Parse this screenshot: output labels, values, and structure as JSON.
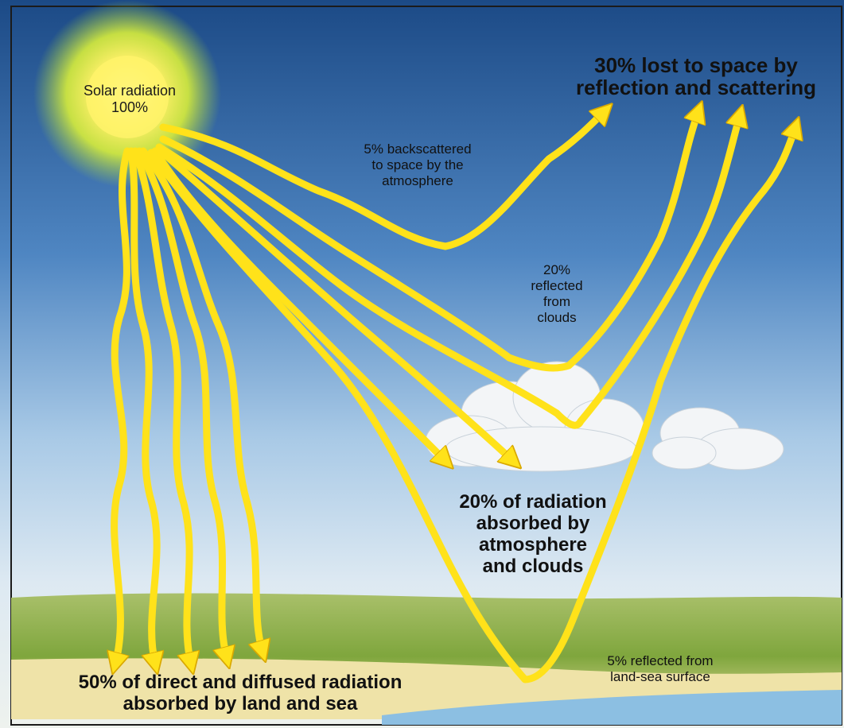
{
  "labels": {
    "solar": "Solar radiation\n100%",
    "lost_space": "30% lost to space by\nreflection and scattering",
    "backscattered": "5% backscattered\nto space by the\natmosphere",
    "reflected_clouds": "20%\nreflected\nfrom\nclouds",
    "absorbed_atmo": "20% of radiation\nabsorbed by\natmosphere\nand clouds",
    "reflected_land": "5% reflected from\nland-sea surface",
    "absorbed_land": "50% of direct and diffused radiation\nabsorbed by land and sea"
  },
  "colors": {
    "sky_top": "#1f4f8c",
    "sky_mid": "#6f9fd0",
    "sky_low": "#cfe2f0",
    "sun_core": "#fff6a8",
    "sun_glow": "#e8f24a",
    "arrow": "#ffe21a",
    "arrow_edge": "#d9a800",
    "land": "#8fae4a",
    "sand": "#efe3a8",
    "sea": "#7fb4dc",
    "cloud": "#f4f6f8"
  }
}
